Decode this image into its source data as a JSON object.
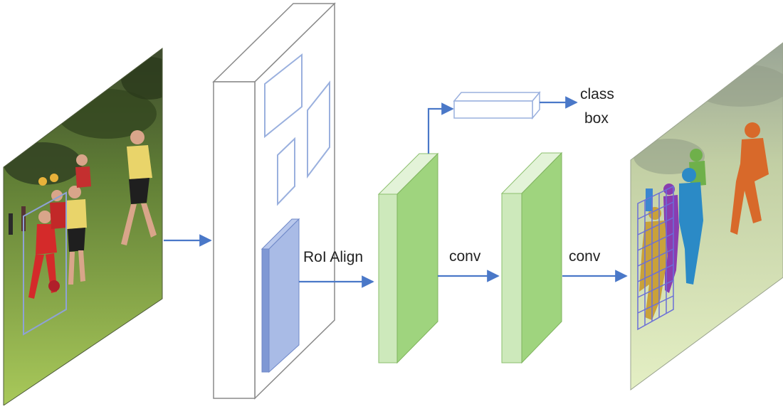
{
  "labels": {
    "roi_align": "RoI Align",
    "conv_1": "conv",
    "conv_2": "conv",
    "class": "class",
    "box": "box"
  },
  "colors": {
    "arrow": "#4a78c8",
    "feature_map_outline": "#8a8a8a",
    "roi_box_outline": "#9ab0de",
    "roi_region_fill": "#8fa6dc",
    "conv_front": "#9fd47e",
    "conv_side": "#cde9bb",
    "conv_top": "#e3f3d8",
    "fc_outline": "#9ab0de",
    "grass": "#7a9a3c",
    "mask_orange": "#d8692a",
    "mask_blue": "#2b8ac6",
    "mask_green": "#6fb04a",
    "mask_purple": "#8a3db0",
    "mask_yellow": "#c9a13a"
  },
  "icons": {
    "input_image": "soccer-photo-icon",
    "output_image": "segmented-soccer-photo-icon"
  }
}
